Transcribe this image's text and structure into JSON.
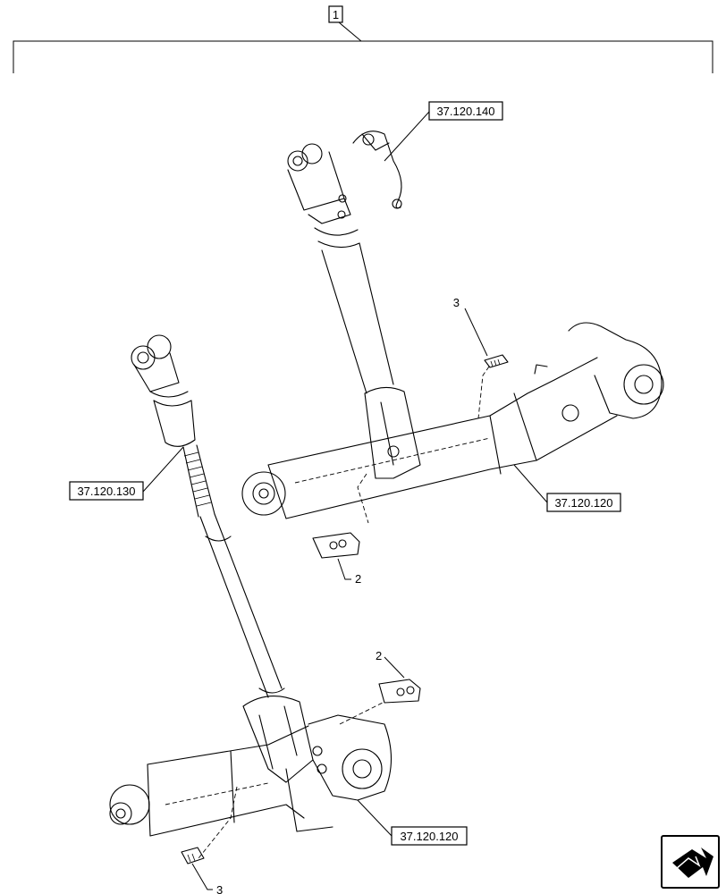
{
  "group_callout": "1",
  "references": {
    "top_link_upper": "37.120.140",
    "top_link_left": "37.120.130",
    "lower_arm_right": "37.120.120",
    "lower_arm_bottom": "37.120.120"
  },
  "item_callouts": {
    "bolt_upper": "3",
    "clip_upper": "2",
    "clip_lower": "2",
    "bolt_lower": "3"
  },
  "icon": "next-page-arrow-icon"
}
